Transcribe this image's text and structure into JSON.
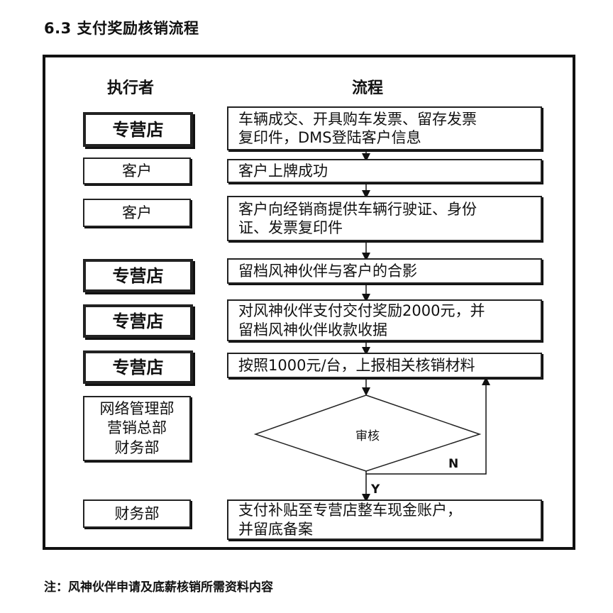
{
  "section_title": "6.3 支付奖励核销流程",
  "headers": {
    "executor": "执行者",
    "process": "流程"
  },
  "rows": [
    {
      "actor": "专营店",
      "step_lines": [
        "车辆成交、开具购车发票、留存发票",
        "复印件，DMS登陆客户信息"
      ]
    },
    {
      "actor": "客户",
      "step_lines": [
        "客户上牌成功"
      ]
    },
    {
      "actor": "客户",
      "step_lines": [
        "客户向经销商提供车辆行驶证、身份",
        "证、发票复印件"
      ]
    },
    {
      "actor": "专营店",
      "step_lines": [
        "留档风神伙伴与客户的合影"
      ]
    },
    {
      "actor": "专营店",
      "step_lines": [
        "对风神伙伴支付交付奖励2000元，并",
        "留档风神伙伴收款收据"
      ]
    },
    {
      "actor": "专营店",
      "step_lines": [
        "按照1000元/台，上报相关核销材料"
      ]
    },
    {
      "actor_lines": [
        "网络管理部",
        "营销总部",
        "财务部"
      ],
      "decision": "审核",
      "no_label": "N",
      "yes_label": "Y"
    },
    {
      "actor": "财务部",
      "step_lines": [
        "支付补贴至专营店整车现金账户，",
        "并留底备案"
      ]
    }
  ],
  "note": "注：风神伙伴申请及底薪核销所需资料内容"
}
